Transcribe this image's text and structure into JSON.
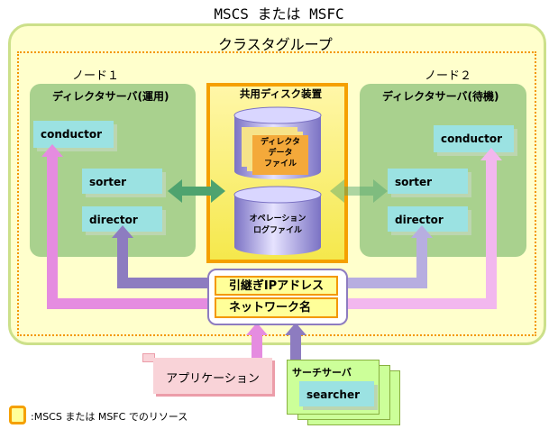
{
  "title": "MSCS または MSFC",
  "cluster_title": "クラスタグループ",
  "node1": {
    "label": "ノード１",
    "server_title": "ディレクタサーバ(運用)",
    "services": [
      "conductor",
      "sorter",
      "director"
    ]
  },
  "node2": {
    "label": "ノード２",
    "server_title": "ディレクタサーバ(待機)",
    "services": [
      "conductor",
      "sorter",
      "director"
    ]
  },
  "shared_disk": {
    "title": "共用ディスク装置",
    "director_data_file": "ディレクタ\nデータ\nファイル",
    "operation_log_file": "オペレーション\nログファイル"
  },
  "ip_address": "引継ぎIPアドレス",
  "network_name": "ネットワーク名",
  "application": "アプリケーション",
  "search_server": {
    "title": "サーチサーバ",
    "service": "searcher"
  },
  "legend": ":MSCS または MSFC でのリソース",
  "colors": {
    "node_bg": "#a9d18e",
    "service_bg": "#9be2e2",
    "resource_border": "#f5a000",
    "cluster_bg": "#ffffcc",
    "arrow_pink": "#e58ce0",
    "arrow_purple": "#8d7cc0",
    "arrow_green": "#4ea36f"
  }
}
